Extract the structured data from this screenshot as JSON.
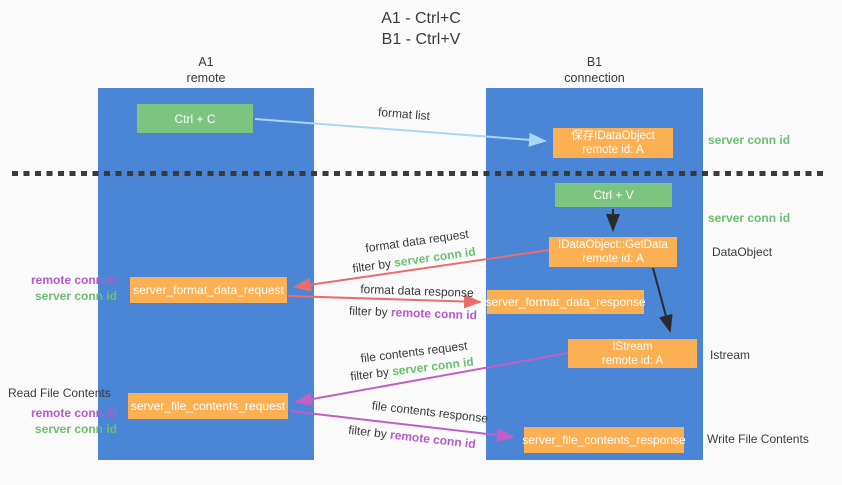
{
  "title": {
    "line1": "A1 - Ctrl+C",
    "line2": "B1 - Ctrl+V"
  },
  "columns": {
    "a1": {
      "id": "A1",
      "subtitle": "remote"
    },
    "b1": {
      "id": "B1",
      "subtitle": "connection"
    }
  },
  "boxes": {
    "ctrl_c": "Ctrl + C",
    "ctrl_v": "Ctrl + V",
    "save_dataobject": {
      "line1": "保存IDataObject",
      "line2": "remote id: A"
    },
    "getdata": {
      "line1": "IDataObject::GetData",
      "line2": "remote id: A"
    },
    "istream": {
      "line1": "IStream",
      "line2": "remote id: A"
    },
    "format_request": "server_format_data_request",
    "format_response": "server_format_data_response",
    "file_request": "server_file_contents_request",
    "file_response": "server_file_contents_response"
  },
  "flow_labels": {
    "format_list": "format list",
    "format_data_request": "format data request",
    "filter_server_1": {
      "prefix": "filter by ",
      "highlight": "server conn id"
    },
    "format_data_response": "format data response",
    "filter_remote_1": {
      "prefix": "filter by ",
      "highlight": "remote conn id"
    },
    "file_contents_request": "file contents request",
    "filter_server_2": {
      "prefix": "filter by ",
      "highlight": "server conn id"
    },
    "file_contents_response": "file contents response",
    "filter_remote_2": {
      "prefix": "filter by ",
      "highlight": "remote conn id"
    }
  },
  "left_labels": {
    "group1": {
      "remote": "remote conn id",
      "server": "server conn id"
    },
    "read_file_contents": "Read File Contents",
    "group2": {
      "remote": "remote conn id",
      "server": "server conn id"
    }
  },
  "right_labels": {
    "server_conn_top": "server conn id",
    "server_conn_mid": "server conn id",
    "dataobject": "DataObject",
    "istream": "Istream",
    "write_file_contents": "Write File Contents"
  },
  "colors": {
    "column_blue": "#4a85d6",
    "box_green": "#7cc47f",
    "box_orange": "#fbb054",
    "arrow_lightblue": "#a9d7f2",
    "arrow_red": "#e96d6d",
    "arrow_magenta": "#c05fc5",
    "arrow_black": "#2b2b2b",
    "text_green": "#6dbd72",
    "text_purple": "#b55bc7",
    "background": "#fafafa"
  }
}
